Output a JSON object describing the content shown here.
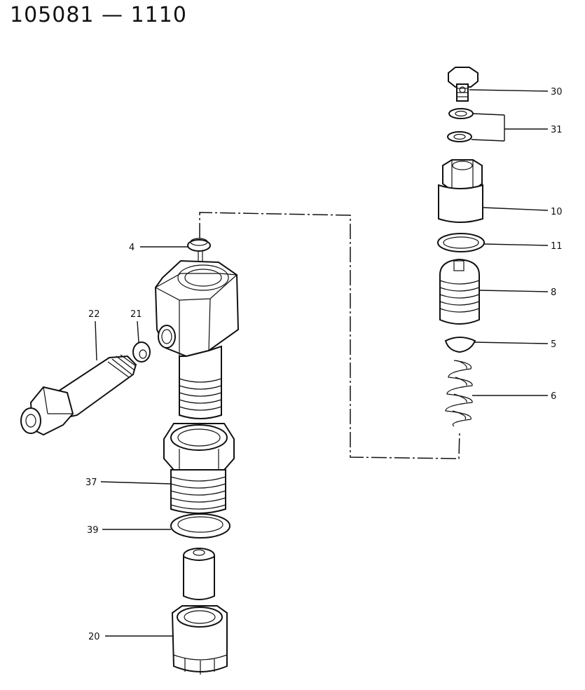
{
  "title": "105081 — 1110",
  "callouts": {
    "c30": "30",
    "c31": "31",
    "c10": "10",
    "c11": "11",
    "c8": "8",
    "c5": "5",
    "c6": "6",
    "c4": "4",
    "c22": "22",
    "c21": "21",
    "c37": "37",
    "c39": "39",
    "c20": "20"
  }
}
